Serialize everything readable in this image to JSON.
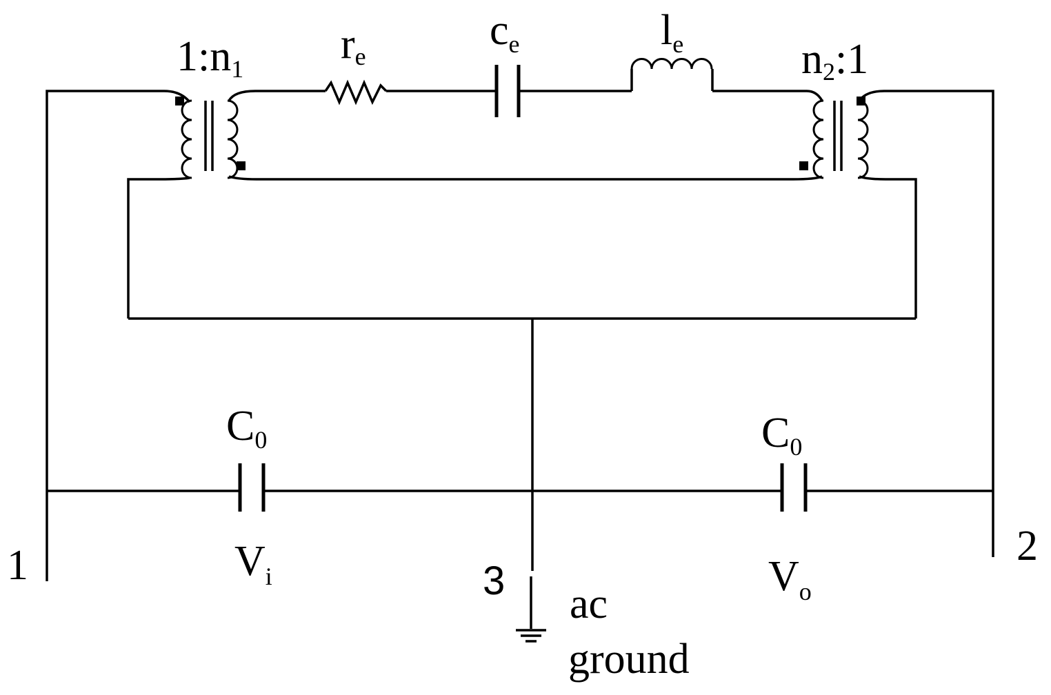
{
  "labels": {
    "turns_in": {
      "main": "1:n",
      "sub": "1"
    },
    "turns_out": {
      "main": "n",
      "sub": "2",
      "after": ":1"
    },
    "r_e": {
      "main": "r",
      "sub": "e"
    },
    "c_e": {
      "main": "c",
      "sub": "e"
    },
    "l_e": {
      "main": "l",
      "sub": "e"
    },
    "c0_left": {
      "main": "C",
      "sub": "0"
    },
    "c0_right": {
      "main": "C",
      "sub": "0"
    },
    "v_in": {
      "main": "V",
      "sub": "i"
    },
    "v_out": {
      "main": "V",
      "sub": "o"
    },
    "port1": "1",
    "port2": "2",
    "port3": "3",
    "ground_line1": "ac",
    "ground_line2": "ground"
  }
}
